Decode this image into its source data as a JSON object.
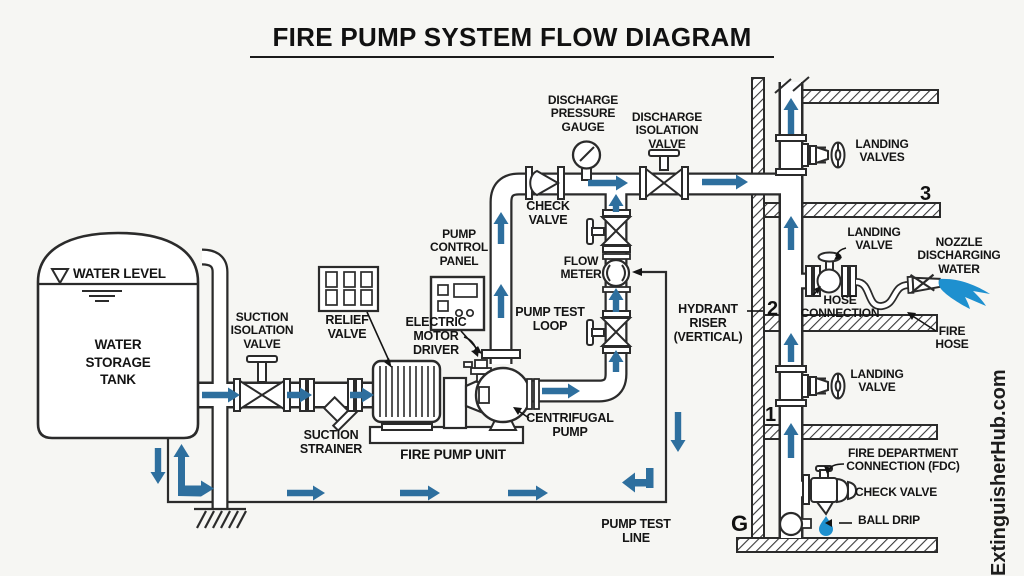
{
  "title": "FIRE PUMP SYSTEM FLOW DIAGRAM",
  "watermark": "ExtinguisherHub.com",
  "tank": {
    "water_level": "WATER LEVEL",
    "tank_name": "WATER STORAGE TANK"
  },
  "suction": {
    "isolation_valve": "SUCTION ISOLATION VALVE",
    "strainer": "SUCTION STRAINER"
  },
  "pump": {
    "relief_valve": "RELIEF VALVE",
    "control_panel": "PUMP CONTROL PANEL",
    "motor_driver": "ELECTRIC MOTOR DRIVER",
    "unit": "FIRE PUMP UNIT",
    "centrifugal": "CENTRIFUGAL PUMP"
  },
  "discharge": {
    "check_valve": "CHECK VALVE",
    "pressure_gauge": "DISCHARGE PRESSURE GAUGE",
    "isolation_valve": "DISCHARGE ISOLATION VALVE"
  },
  "test": {
    "flow_meter": "FLOW METER",
    "loop": "PUMP TEST LOOP",
    "line": "PUMP TEST LINE"
  },
  "riser": {
    "name": "HYDRANT RISER (VERTICAL)",
    "landing_valves": "LANDING VALVES",
    "landing_valve_2": "LANDING VALVE",
    "landing_valve_1": "LANDING VALVE",
    "nozzle": "NOZZLE DISCHARGING WATER",
    "fire_hose": "FIRE HOSE",
    "hose_connection": "HOSE CONNECTION",
    "fdc": "FIRE DEPARTMENT CONNECTION (FDC)",
    "check_valve": "CHECK VALVE",
    "ball_drip": "BALL DRIP"
  },
  "floors": {
    "third": "3",
    "second": "2",
    "first": "1",
    "ground": "G"
  },
  "colors": {
    "flow_arrow": "#2e6f9e",
    "water": "#1e90cf",
    "line": "#2b2b2b",
    "background": "#f6f6f3"
  }
}
